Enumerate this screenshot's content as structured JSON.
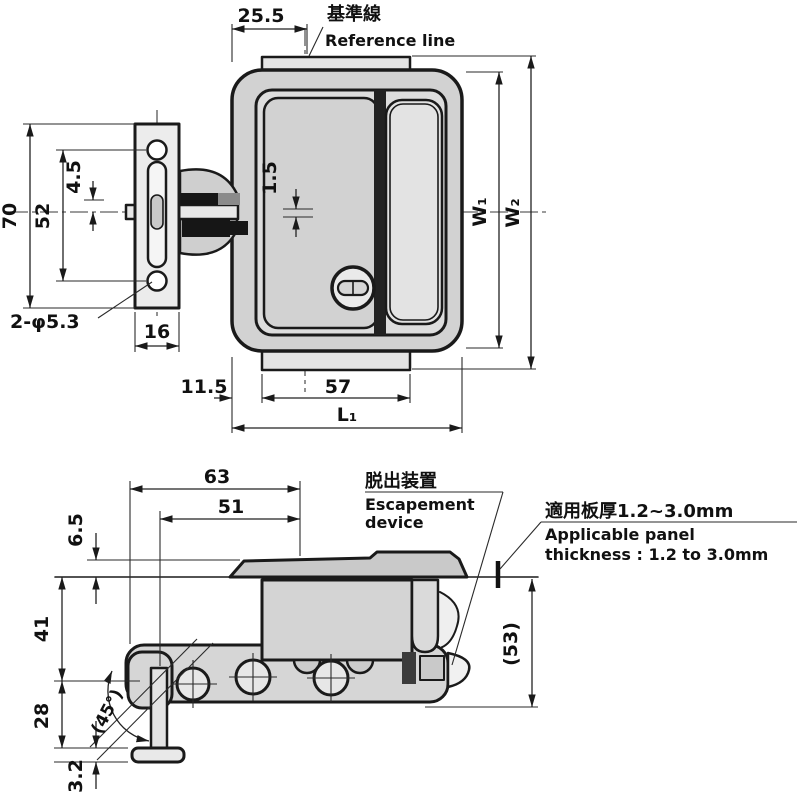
{
  "drawing": {
    "type": "technical-dimension-drawing",
    "colors": {
      "background": "#ffffff",
      "line": "#1a1a1a",
      "body_fill": "#d2d2d2",
      "light_fill": "#e8e8e8"
    },
    "front_view": {
      "dims": {
        "top_offset": "25.5",
        "width_w1": "W₁",
        "width_w2": "W₂",
        "plate_height": "70",
        "hole_pitch": "52",
        "slot_offset": "4.5",
        "center_offset": "1.5",
        "hole_note": "2-φ5.3",
        "plate_width": "16",
        "left_offset": "11.5",
        "tab_width": "57",
        "overall_length": "L₁"
      },
      "reference_line": {
        "ja": "基準線",
        "en": "Reference line"
      }
    },
    "side_view": {
      "dims": {
        "body_width": "63",
        "pin_offset": "51",
        "flange_height": "6.5",
        "upper_depth": "41",
        "lower_depth": "28",
        "foot_thickness": "3.2",
        "swing_angle": "(45°)",
        "overall_depth": "(53)"
      },
      "escapement": {
        "ja": "脱出装置",
        "en_line1": "Escapement",
        "en_line2": "device"
      },
      "panel_note": {
        "ja": "適用板厚1.2~3.0mm",
        "en_line1": "Applicable panel",
        "en_line2": "thickness : 1.2 to 3.0mm"
      }
    }
  }
}
